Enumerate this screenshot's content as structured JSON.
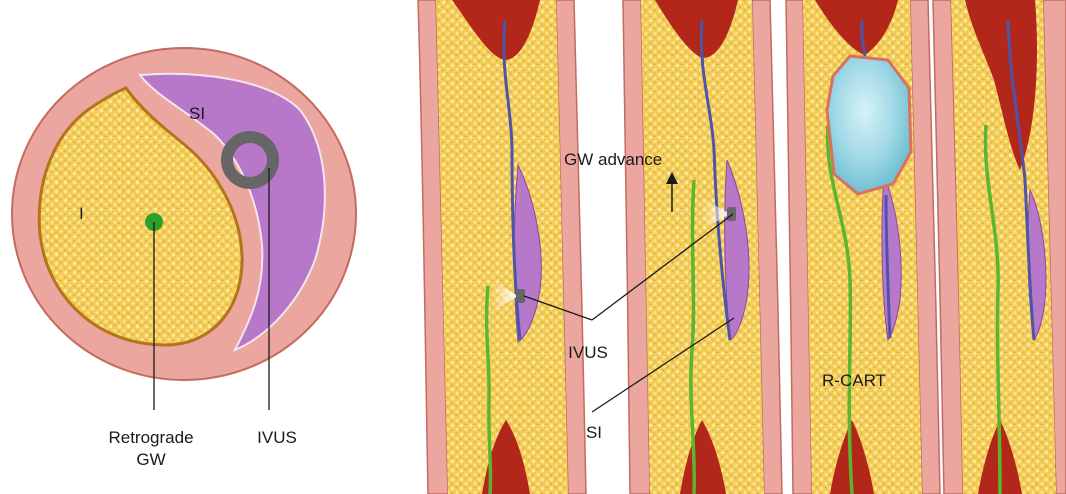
{
  "labels": {
    "si_cross_section": "SI",
    "true_lumen": "I",
    "retrograde_gw_line1": "Retrograde",
    "retrograde_gw_line2": "GW",
    "ivus_cross_section": "IVUS",
    "gw_advance": "GW advance",
    "ivus_longitudinal": "IVUS",
    "si_longitudinal": "SI",
    "r_cart": "R-CART"
  },
  "colors": {
    "vessel_wall": "#eba79f",
    "vessel_wall_edge": "#c46a5f",
    "plaque": "#f2c94c",
    "plaque_edge": "#b5731d",
    "subintimal_space": "#b878c9",
    "subintimal_edge": "#8a4a9c",
    "true_lumen_blood": "#b3271b",
    "guidewire": "#5cb531",
    "guidewire_dot": "#2f9e2b",
    "intima_line": "#4d55a8",
    "ivus_catheter": "#666666",
    "balloon": "#9fd8e6",
    "balloon_edge": "#d9715d"
  },
  "icons": [
    "ivus-catheter-ring-icon",
    "guidewire-dot-icon",
    "up-arrow-icon",
    "balloon-icon"
  ]
}
